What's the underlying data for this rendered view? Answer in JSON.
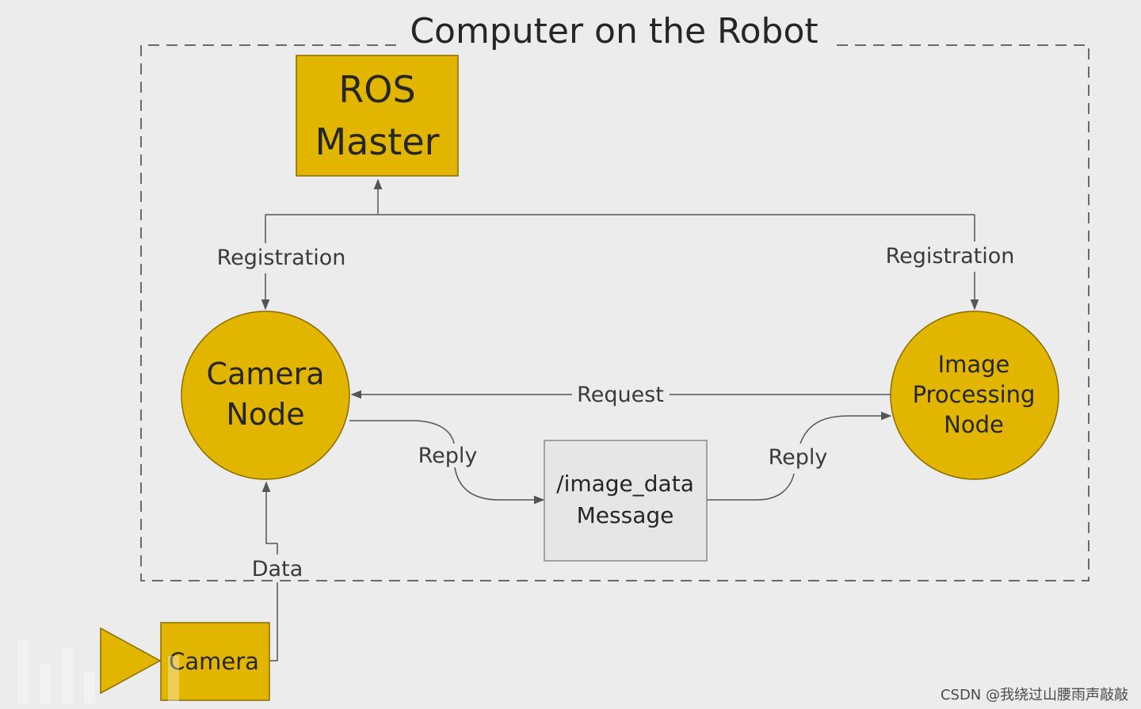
{
  "title": "Computer on the Robot",
  "nodes": {
    "ros_master": [
      "ROS",
      "Master"
    ],
    "camera_node": [
      "Camera",
      "Node"
    ],
    "image_processing_node": [
      "Image",
      "Processing",
      "Node"
    ],
    "message": [
      "/image_data",
      "Message"
    ],
    "camera": "Camera"
  },
  "edges": {
    "registration_left": "Registration",
    "registration_right": "Registration",
    "request": "Request",
    "reply_left": "Reply",
    "reply_right": "Reply",
    "data": "Data"
  },
  "watermark": "CSDN @我绕过山腰雨声敲敲",
  "colors": {
    "background": "#ececec",
    "node_fill": "#e2b500",
    "node_stroke": "#8a6d00",
    "message_fill": "#e6e6e6",
    "line": "#555555"
  }
}
